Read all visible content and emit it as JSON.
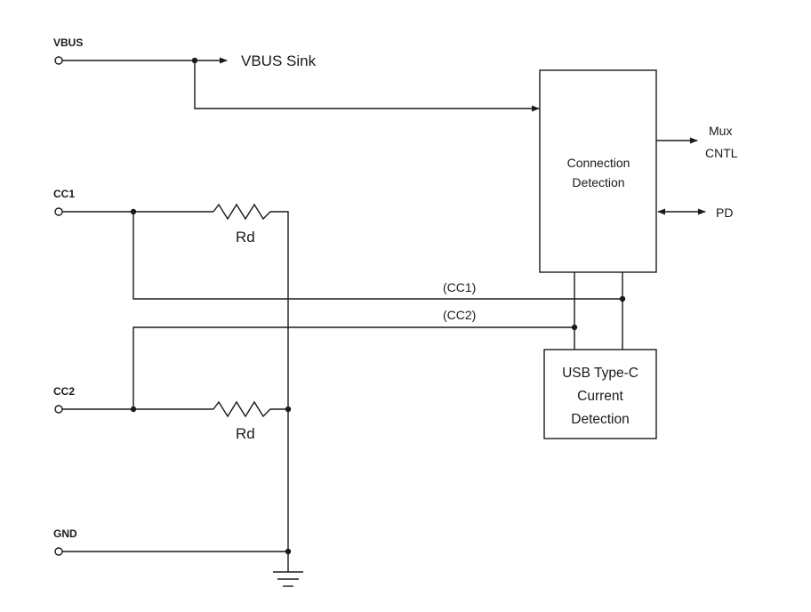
{
  "pins": {
    "vbus": "VBUS",
    "cc1": "CC1",
    "cc2": "CC2",
    "gnd": "GND"
  },
  "labels": {
    "vbus_sink": "VBUS Sink",
    "rd_top": "Rd",
    "rd_bottom": "Rd",
    "cc1_bus": "(CC1)",
    "cc2_bus": "(CC2)",
    "mux_line1": "Mux",
    "mux_line2": "CNTL",
    "pd": "PD"
  },
  "blocks": {
    "connection_detection": [
      "Connection",
      "Detection"
    ],
    "usb_typec_detection": [
      "USB Type-C",
      "Current",
      "Detection"
    ]
  }
}
